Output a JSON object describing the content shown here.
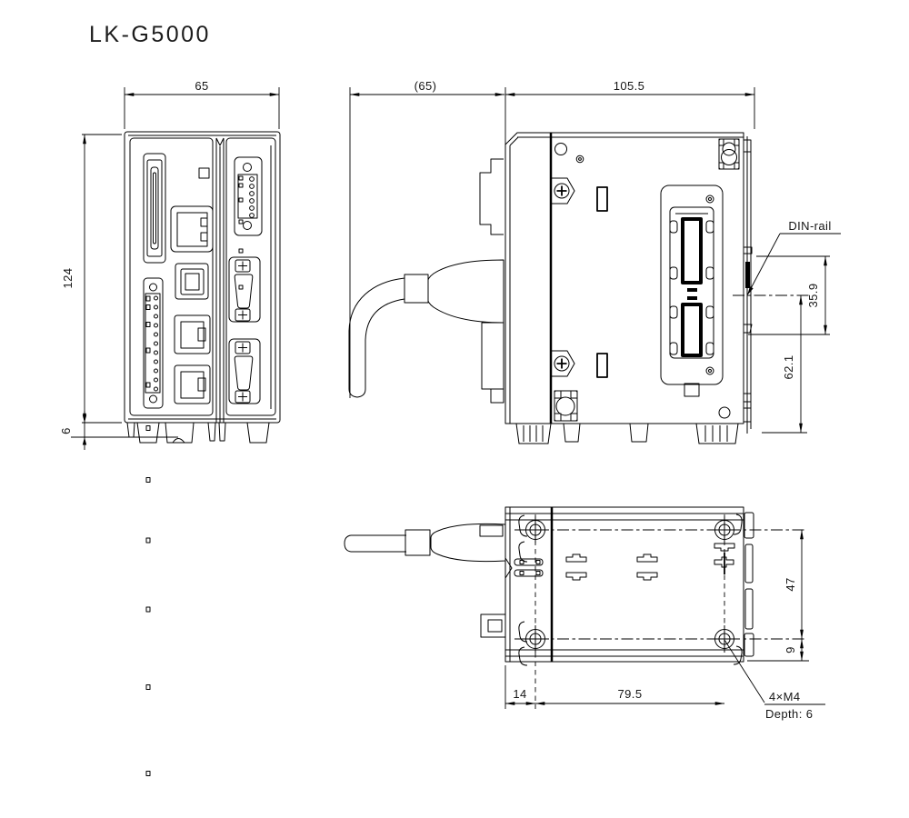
{
  "title": "LK-G5000",
  "front_view": {
    "dim_width": "65",
    "dim_height": "124",
    "dim_foot": "6"
  },
  "side_view": {
    "dim_depth_ref": "(65)",
    "dim_depth": "105.5",
    "din_label": "DIN-rail",
    "dim_din_center": "35.9",
    "dim_din_to_bottom": "62.1"
  },
  "bottom_view": {
    "dim_hole_offset_x": "14",
    "dim_hole_span_x": "79.5",
    "dim_hole_span_y": "47",
    "dim_hole_edge_y": "9",
    "mount_label": "4×M4",
    "mount_depth": "Depth: 6"
  }
}
